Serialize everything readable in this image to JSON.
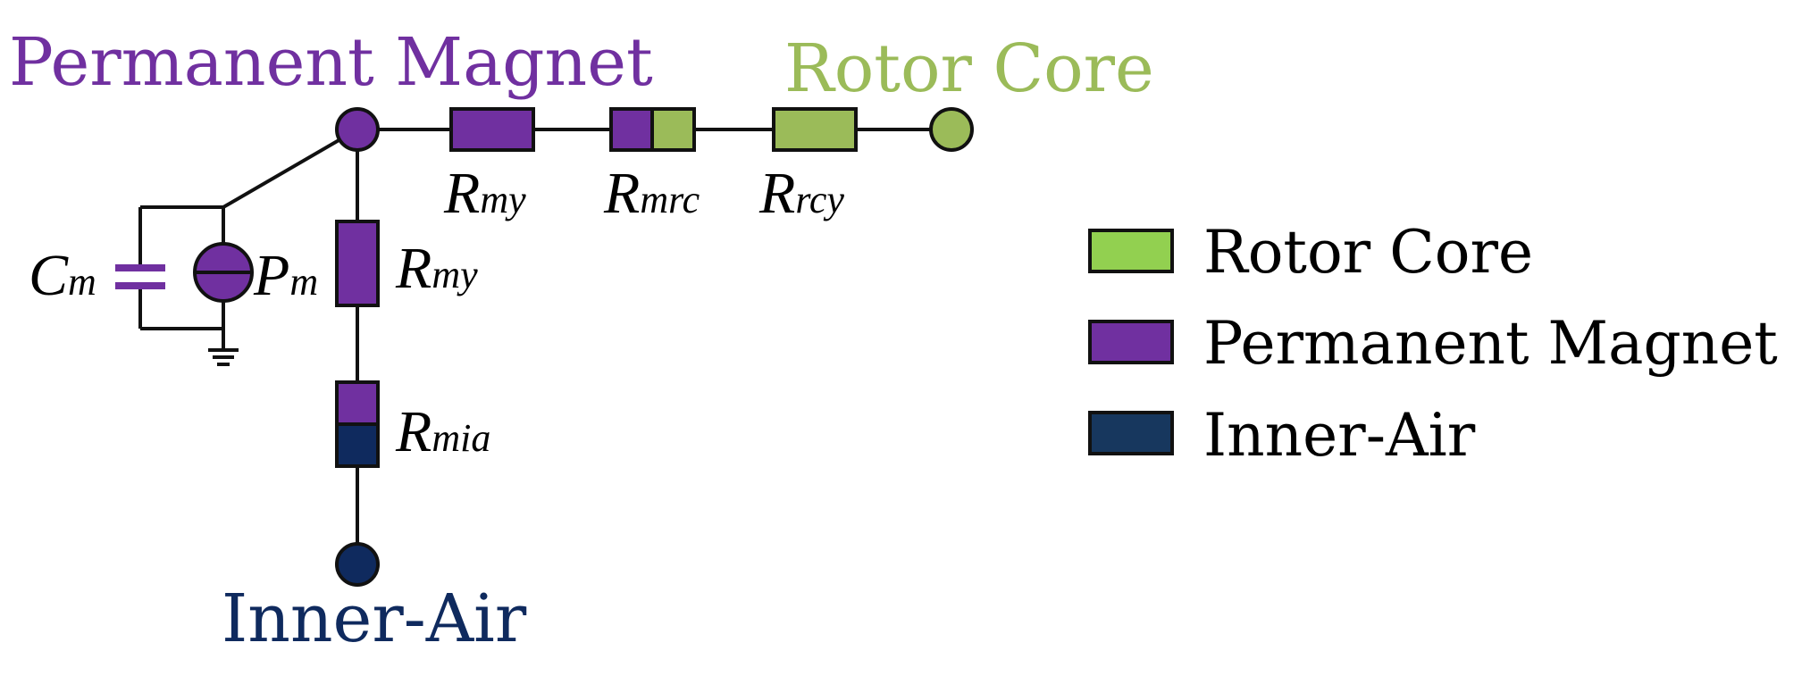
{
  "nodes": {
    "permanent_magnet": "Permanent Magnet",
    "rotor_core": "Rotor Core",
    "inner_air": "Inner-Air"
  },
  "components": {
    "r_my_horizontal": {
      "main": "R",
      "sub": "my"
    },
    "r_mrc": {
      "main": "R",
      "sub": "mrc"
    },
    "r_rcy": {
      "main": "R",
      "sub": "rcy"
    },
    "r_my_vertical": {
      "main": "R",
      "sub": "my"
    },
    "r_mia": {
      "main": "R",
      "sub": "mia"
    },
    "c_m": {
      "main": "C",
      "sub": "m"
    },
    "p_m": {
      "main": "P",
      "sub": "m"
    }
  },
  "legend": [
    {
      "label": "Rotor Core",
      "color": "#92D050"
    },
    {
      "label": "Permanent Magnet",
      "color": "#7030A0"
    },
    {
      "label": "Inner-Air",
      "color": "#17375E"
    }
  ],
  "colors": {
    "permanent_magnet": "#7030A0",
    "rotor_core": "#9BBB59",
    "inner_air": "#0F2A5E",
    "wire": "#111111"
  }
}
